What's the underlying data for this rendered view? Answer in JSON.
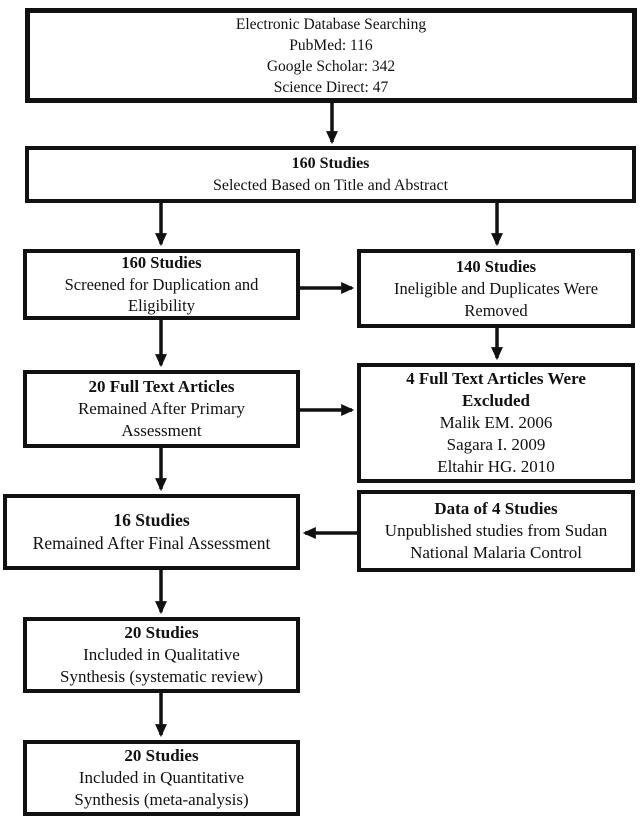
{
  "figure": {
    "type": "flow-diagram",
    "colors": {
      "line": "#111111",
      "box_border": "#111111",
      "background": "#ffffff",
      "text": "#111111"
    },
    "boxes": {
      "database_searching": {
        "title": "",
        "body": "Electronic Database Searching\nPubMed: 116\nGoogle Scholar: 342\nScience Direct: 47"
      },
      "title_abstract_selection": {
        "title": "160 Studies",
        "body": "Selected Based on Title and Abstract"
      },
      "screened_duplication": {
        "title": "160 Studies",
        "body": "Screened for Duplication and\nEligibility"
      },
      "ineligible_removed": {
        "title": "140 Studies",
        "body": "Ineligible and Duplicates Were\nRemoved"
      },
      "primary_assessment": {
        "title": "20 Full Text Articles",
        "body": "Remained After Primary\nAssessment"
      },
      "full_text_excluded": {
        "title": "4 Full Text Articles Were\nExcluded",
        "body": "Malik EM. 2006\nSagara I. 2009\nEltahir HG. 2010"
      },
      "final_assessment": {
        "title": "16 Studies",
        "body": "Remained After Final Assessment"
      },
      "unpublished_data": {
        "title": "Data of 4 Studies",
        "body": "Unpublished studies from Sudan\nNational Malaria Control"
      },
      "qualitative_synthesis": {
        "title": "20 Studies",
        "body": "Included in Qualitative\nSynthesis (systematic review)"
      },
      "quantitative_synthesis": {
        "title": "20 Studies",
        "body": "Included in Quantitative\nSynthesis (meta-analysis)"
      }
    },
    "edges": [
      {
        "from": "database_searching",
        "to": "title_abstract_selection",
        "direction": "down"
      },
      {
        "from": "title_abstract_selection",
        "to": "screened_duplication",
        "direction": "down"
      },
      {
        "from": "title_abstract_selection",
        "to": "ineligible_removed",
        "direction": "down"
      },
      {
        "from": "screened_duplication",
        "to": "ineligible_removed",
        "direction": "right"
      },
      {
        "from": "screened_duplication",
        "to": "primary_assessment",
        "direction": "down"
      },
      {
        "from": "ineligible_removed",
        "to": "full_text_excluded",
        "direction": "down"
      },
      {
        "from": "primary_assessment",
        "to": "full_text_excluded",
        "direction": "right"
      },
      {
        "from": "primary_assessment",
        "to": "final_assessment",
        "direction": "down"
      },
      {
        "from": "unpublished_data",
        "to": "final_assessment",
        "direction": "left"
      },
      {
        "from": "final_assessment",
        "to": "qualitative_synthesis",
        "direction": "down"
      },
      {
        "from": "qualitative_synthesis",
        "to": "quantitative_synthesis",
        "direction": "down"
      }
    ]
  }
}
